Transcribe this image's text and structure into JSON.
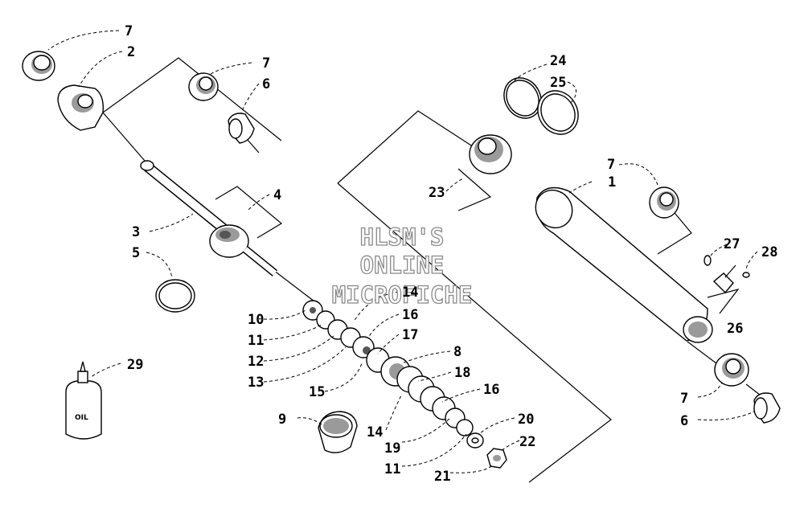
{
  "watermark": {
    "line1": "HLSM'S",
    "line2": "ONLINE",
    "line3": "MICROFICHE"
  },
  "oil_bottle": {
    "label": "OIL"
  },
  "callouts": {
    "c1": "1",
    "c2": "2",
    "c3": "3",
    "c4": "4",
    "c5": "5",
    "c6a": "6",
    "c6b": "6",
    "c7a": "7",
    "c7b": "7",
    "c7c": "7",
    "c7d": "7",
    "c8": "8",
    "c9": "9",
    "c10": "10",
    "c11a": "11",
    "c11b": "11",
    "c12": "12",
    "c13": "13",
    "c14a": "14",
    "c14b": "14",
    "c15": "15",
    "c16a": "16",
    "c16b": "16",
    "c17": "17",
    "c18": "18",
    "c19": "19",
    "c20": "20",
    "c21": "21",
    "c22": "22",
    "c23": "23",
    "c24": "24",
    "c25": "25",
    "c26": "26",
    "c27": "27",
    "c28": "28",
    "c29": "29"
  }
}
